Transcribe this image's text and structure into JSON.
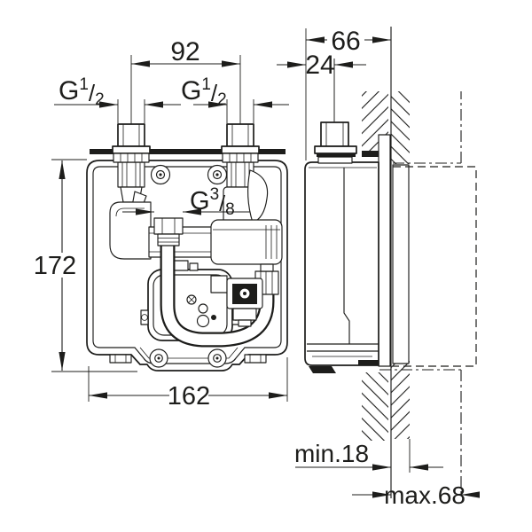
{
  "labels": {
    "dim_spacing": "92",
    "dim_depth": "66",
    "dim_offset": "24",
    "dim_height": "172",
    "dim_width": "162",
    "dim_wall_min": "min.18",
    "dim_wall_max": "max.68",
    "thread_left": {
      "g": "G",
      "sup": "1",
      "slash": "/",
      "sub": "2"
    },
    "thread_right": {
      "g": "G",
      "sup": "1",
      "slash": "/",
      "sub": "2"
    },
    "thread_center": {
      "g": "G",
      "sup": "3",
      "slash": "/",
      "sub": "8"
    }
  },
  "colors": {
    "line": "#1d1d1b",
    "background": "#ffffff"
  }
}
